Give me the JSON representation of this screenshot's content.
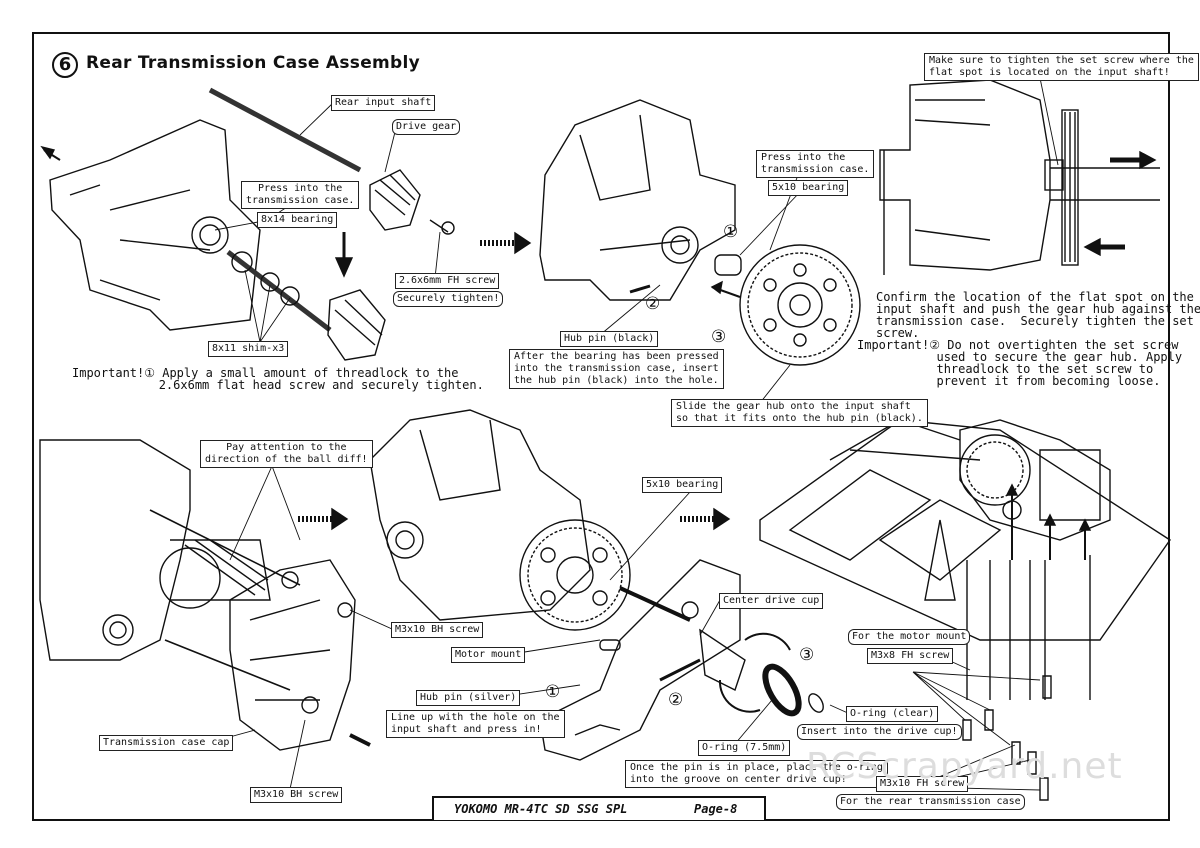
{
  "step": {
    "number": "6",
    "title": "Rear Transmission Case Assembly"
  },
  "labels": {
    "rear_input_shaft": "Rear input shaft",
    "drive_gear": "Drive gear",
    "press_into_1": "Press into the\ntransmission case.",
    "bearing_8x14": "8x14 bearing",
    "screw_26x6": "2.6x6mm FH screw",
    "securely_tighten": "Securely tighten!",
    "shim_8x11": "8x11 shim-x3",
    "press_into_2": "Press into the\ntransmission case.",
    "bearing_5x10_a": "5x10 bearing",
    "hub_pin_black": "Hub pin (black)",
    "after_bearing": "After the bearing has been pressed\ninto the transmission case, insert\nthe hub pin (black) into the hole.",
    "slide_gear_hub": "Slide the gear hub onto the input shaft\nso that it fits onto the hub pin (black).",
    "make_sure": "Make sure to tighten the set screw where the\nflat spot is located on the input shaft!",
    "pay_attention": "Pay attention to the\ndirection of the ball diff!",
    "bearing_5x10_b": "5x10 bearing",
    "m3x10_bh_1": "M3x10 BH screw",
    "motor_mount": "Motor mount",
    "center_drive_cup": "Center drive cup",
    "hub_pin_silver": "Hub pin (silver)",
    "line_up": "Line up with the hole on the\ninput shaft and press in!",
    "transmission_cap": "Transmission case cap",
    "m3x10_bh_2": "M3x10 BH screw",
    "oring_75": "O-ring (7.5mm)",
    "oring_clear": "O-ring (clear)",
    "insert_drive_cup": "Insert into the drive cup!",
    "once_pin": "Once the pin is in place, place the o-ring\ninto the groove on center drive cup!",
    "for_motor_mount": "For the motor mount",
    "m3x8_fh": "M3x8 FH screw",
    "m3x10_fh": "M3x10 FH screw",
    "for_rear_case": "For the rear transmission case"
  },
  "notes": {
    "important1": "Important!① Apply a small amount of threadlock to the\n            2.6x6mm flat head screw and securely tighten.",
    "confirm": "Confirm the location of the flat spot on the\ninput shaft and push the gear hub against the\ntransmission case.  Securely tighten the set\nscrew.",
    "important2": "Important!② Do not overtighten the set screw\n           used to secure the gear hub. Apply\n           threadlock to the set screw to\n           prevent it from becoming loose."
  },
  "markers": {
    "m1": "①",
    "m2": "②",
    "m3": "③"
  },
  "footer": {
    "model": "YOKOMO MR-4TC SD SSG SPL",
    "page": "Page-8"
  },
  "watermark": "RCScrapyard.net"
}
